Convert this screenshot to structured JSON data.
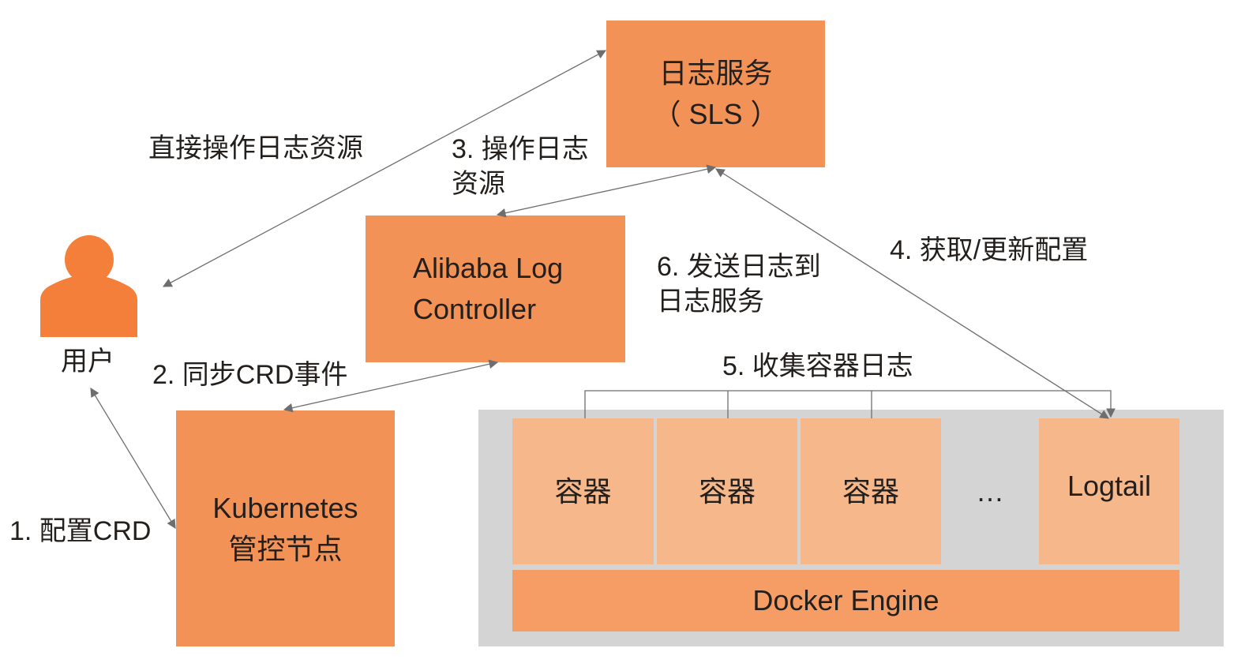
{
  "nodes": {
    "sls": {
      "line1": "日志服务",
      "line2": "（ SLS ）"
    },
    "controller": {
      "line1": "Alibaba Log",
      "line2": "Controller"
    },
    "k8s": {
      "line1": "Kubernetes",
      "line2": "管控节点"
    },
    "user": {
      "label": "用户"
    },
    "containers": [
      "容器",
      "容器",
      "容器"
    ],
    "ellipsis": "…",
    "logtail": "Logtail",
    "docker": "Docker Engine"
  },
  "edges": {
    "direct": "直接操作日志资源",
    "step1": "1. 配置CRD",
    "step2": "2. 同步CRD事件",
    "step3_line1": "3. 操作日志",
    "step3_line2": "资源",
    "step4": "4. 获取/更新配置",
    "step5": "5. 收集容器日志",
    "step6_line1": "6. 发送日志到",
    "step6_line2": "日志服务"
  },
  "colors": {
    "primary_box": "#f39256",
    "light_box": "#f6b88b",
    "host_bg": "#d4d4d4",
    "user_icon": "#f47f3a",
    "arrow": "#6e6e6e"
  }
}
